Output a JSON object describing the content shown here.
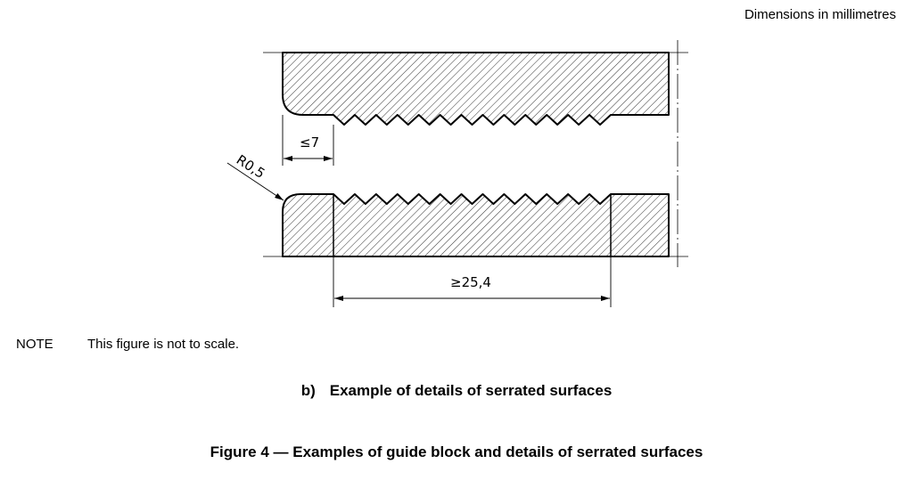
{
  "header": {
    "units_note": "Dimensions in millimetres"
  },
  "drawing": {
    "dim_left": "≤7",
    "dim_radius": "R0,5",
    "dim_length": "≥25,4"
  },
  "note": {
    "label": "NOTE",
    "text": "This figure is not to scale."
  },
  "subcaption": {
    "label": "b)",
    "text": "Example of details of serrated surfaces"
  },
  "caption": "Figure 4 — Examples of guide block and details of serrated surfaces"
}
